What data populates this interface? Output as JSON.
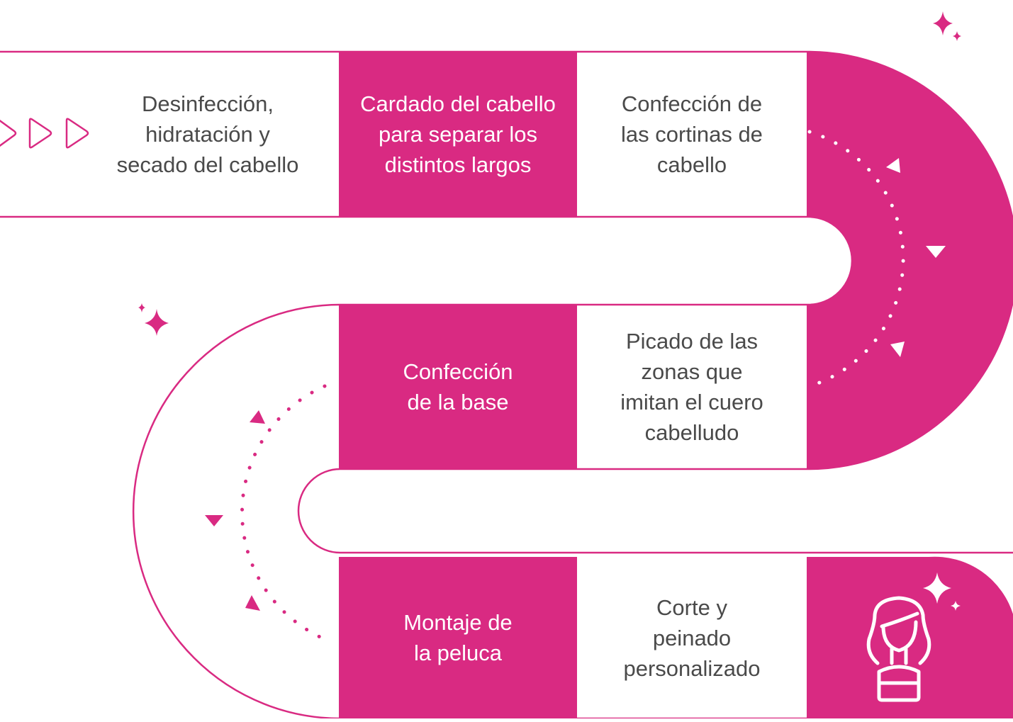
{
  "diagram": {
    "accent_color": "#d92a82",
    "text_color": "#4a4a4a",
    "steps": [
      {
        "label": "Desinfección,\nhidratación y\nsecado del cabello",
        "style": "white"
      },
      {
        "label": "Cardado del cabello\npara separar los\ndistintos largos",
        "style": "pink"
      },
      {
        "label": "Confección de\nlas cortinas de\ncabello",
        "style": "white"
      },
      {
        "label": "Picado de las\nzonas que\nimitan el cuero\ncabelludo",
        "style": "white"
      },
      {
        "label": "Confección\nde la base",
        "style": "pink"
      },
      {
        "label": "Montaje de\nla peluca",
        "style": "pink"
      },
      {
        "label": "Corte y\npeinado\npersonalizado",
        "style": "white"
      }
    ],
    "icons": {
      "start": "triple-play-arrows-icon",
      "end": "woman-bust-icon",
      "decoration": "sparkle-icon",
      "turn_path": "dotted-arrow-path-icon"
    }
  }
}
